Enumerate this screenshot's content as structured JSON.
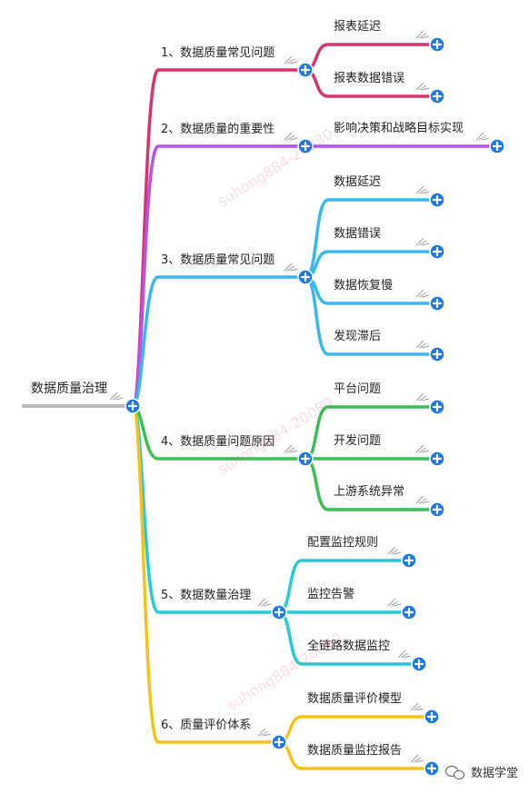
{
  "root": {
    "label": "数据质量治理"
  },
  "branches": [
    {
      "label": "1、数据质量常见问题",
      "color": "#d9336b",
      "children": [
        "报表延迟",
        "报表数据错误"
      ]
    },
    {
      "label": "2、数据质量的重要性",
      "color": "#b454ea",
      "children": [
        "影响决策和战略目标实现"
      ]
    },
    {
      "label": "3、数据质量常见问题",
      "color": "#35b9f0",
      "children": [
        "数据延迟",
        "数据错误",
        "数据恢复慢",
        "发现滞后"
      ]
    },
    {
      "label": "4、数据质量问题原因",
      "color": "#3cc056",
      "children": [
        "平台问题",
        "开发问题",
        "上游系统异常"
      ]
    },
    {
      "label": "5、数据数量治理",
      "color": "#27cbd8",
      "children": [
        "配置监控规则",
        "监控告警",
        "全链路数据监控"
      ]
    },
    {
      "label": "6、质量评价体系",
      "color": "#f6c21a",
      "children": [
        "数据质量评价模型",
        "数据质量监控报告"
      ]
    }
  ],
  "watermark": "suhong884-20080",
  "brand": {
    "name": "数据学堂",
    "icon": "wechat-icon"
  },
  "colors": {
    "node_button": "#1c7ae8",
    "root_line": "#bbbbbb"
  }
}
